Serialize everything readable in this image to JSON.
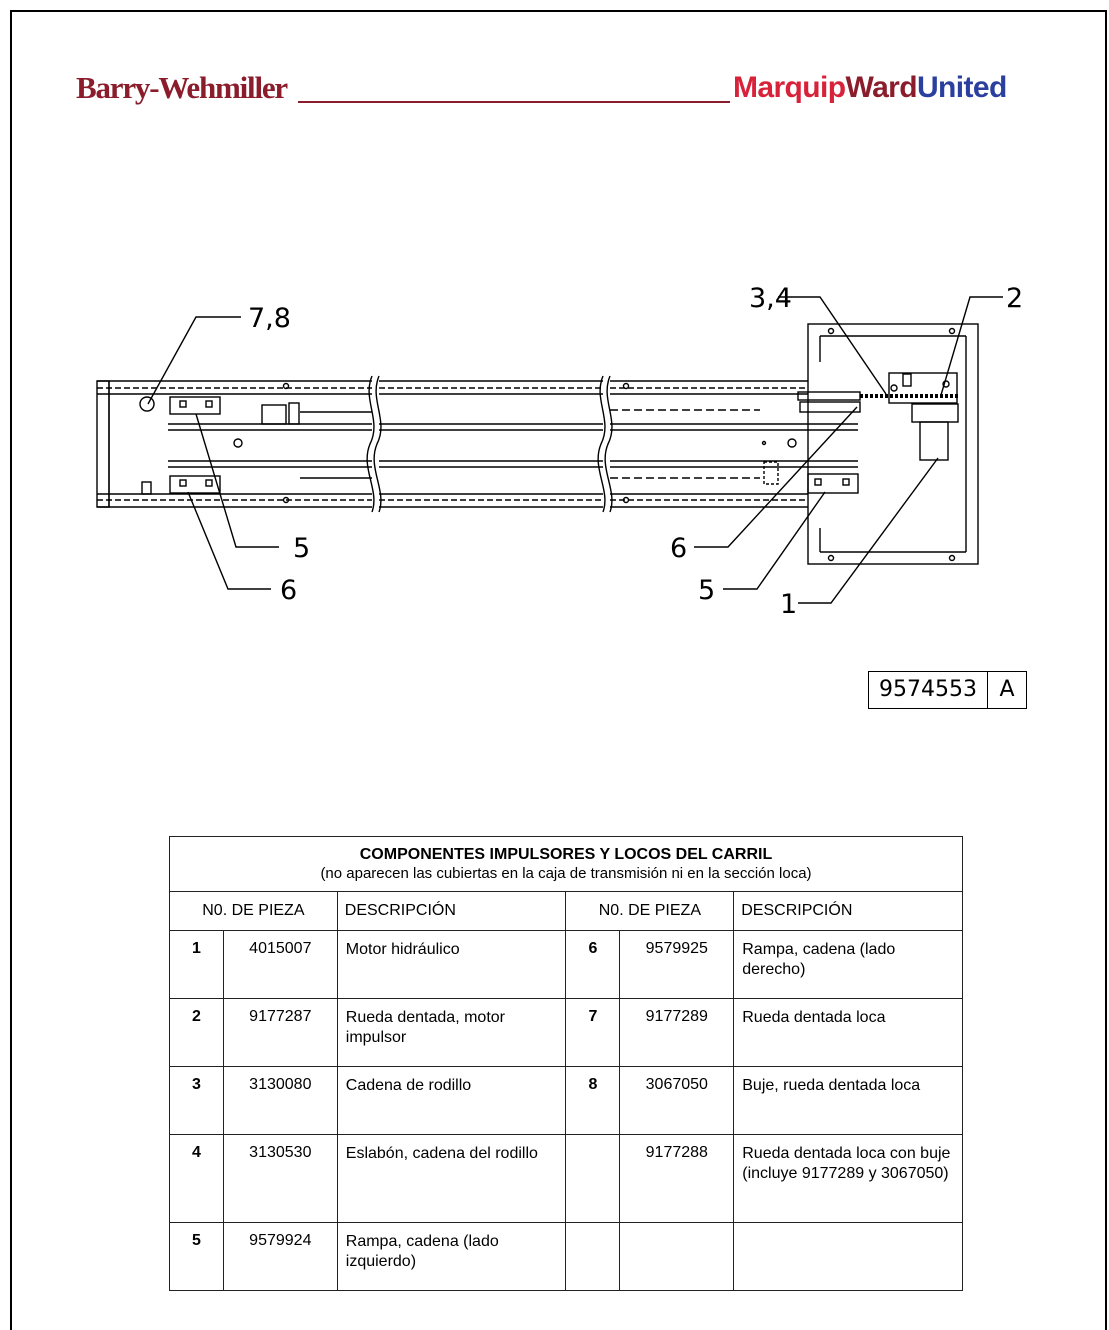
{
  "header": {
    "brand_left": "Barry-Wehmiller",
    "brand_right_1": "Marquip",
    "brand_right_2": "Ward",
    "brand_right_3": "United"
  },
  "drawing": {
    "callouts": {
      "c78": "7,8",
      "c34": "3,4",
      "c2": "2",
      "c5l": "5",
      "c6l": "6",
      "c6r": "6",
      "c5r": "5",
      "c1": "1"
    },
    "drawing_number": "9574553",
    "revision": "A"
  },
  "table": {
    "title": "COMPONENTES IMPULSORES Y LOCOS DEL CARRIL",
    "subtitle": "(no aparecen las cubiertas en la caja de transmisión ni en la sección loca)",
    "headers": {
      "part_no_left": "N0. DE PIEZA",
      "desc_left": "DESCRIPCIÓN",
      "part_no_right": "N0. DE PIEZA",
      "desc_right": "DESCRIPCIÓN"
    },
    "rows": [
      {
        "l_idx": "1",
        "l_pn": "4015007",
        "l_desc": "Motor hidráulico",
        "r_idx": "6",
        "r_pn": "9579925",
        "r_desc": "Rampa, cadena (lado derecho)"
      },
      {
        "l_idx": "2",
        "l_pn": "9177287",
        "l_desc": "Rueda dentada, motor impulsor",
        "r_idx": "7",
        "r_pn": "9177289",
        "r_desc": "Rueda dentada loca"
      },
      {
        "l_idx": "3",
        "l_pn": "3130080",
        "l_desc": "Cadena de rodillo",
        "r_idx": "8",
        "r_pn": "3067050",
        "r_desc": "Buje, rueda dentada loca"
      },
      {
        "l_idx": "4",
        "l_pn": "3130530",
        "l_desc": "Eslabón, cadena del rodillo",
        "r_idx": "",
        "r_pn": "9177288",
        "r_desc": "Rueda dentada loca con buje (incluye 9177289 y 3067050)"
      },
      {
        "l_idx": "5",
        "l_pn": "9579924",
        "l_desc": "Rampa, cadena (lado izquierdo)",
        "r_idx": "",
        "r_pn": "",
        "r_desc": ""
      }
    ]
  }
}
